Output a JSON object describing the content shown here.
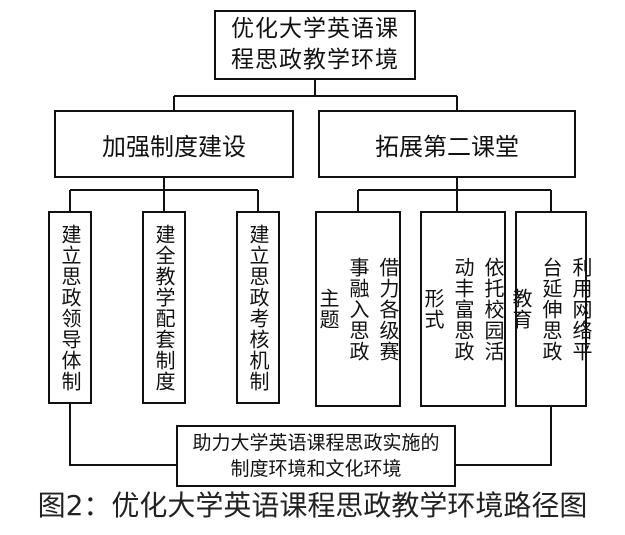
{
  "top": "优化大学英语课程思政教学环境",
  "left_branch": "加强制度建设",
  "right_branch": "拓展第二课堂",
  "left_items": [
    "建立思政领导体制",
    "建全教学配套制度",
    "建立思政考核机制"
  ],
  "right_items": [
    "借力各级赛事融入思政主题",
    "依托校园活动丰富思政形式",
    "利用网络平台延伸思政教育"
  ],
  "bottom": "助力大学英语课程思政实施的制度环境和文化环境",
  "caption": "图2：优化大学英语课程思政教学环境路径图"
}
